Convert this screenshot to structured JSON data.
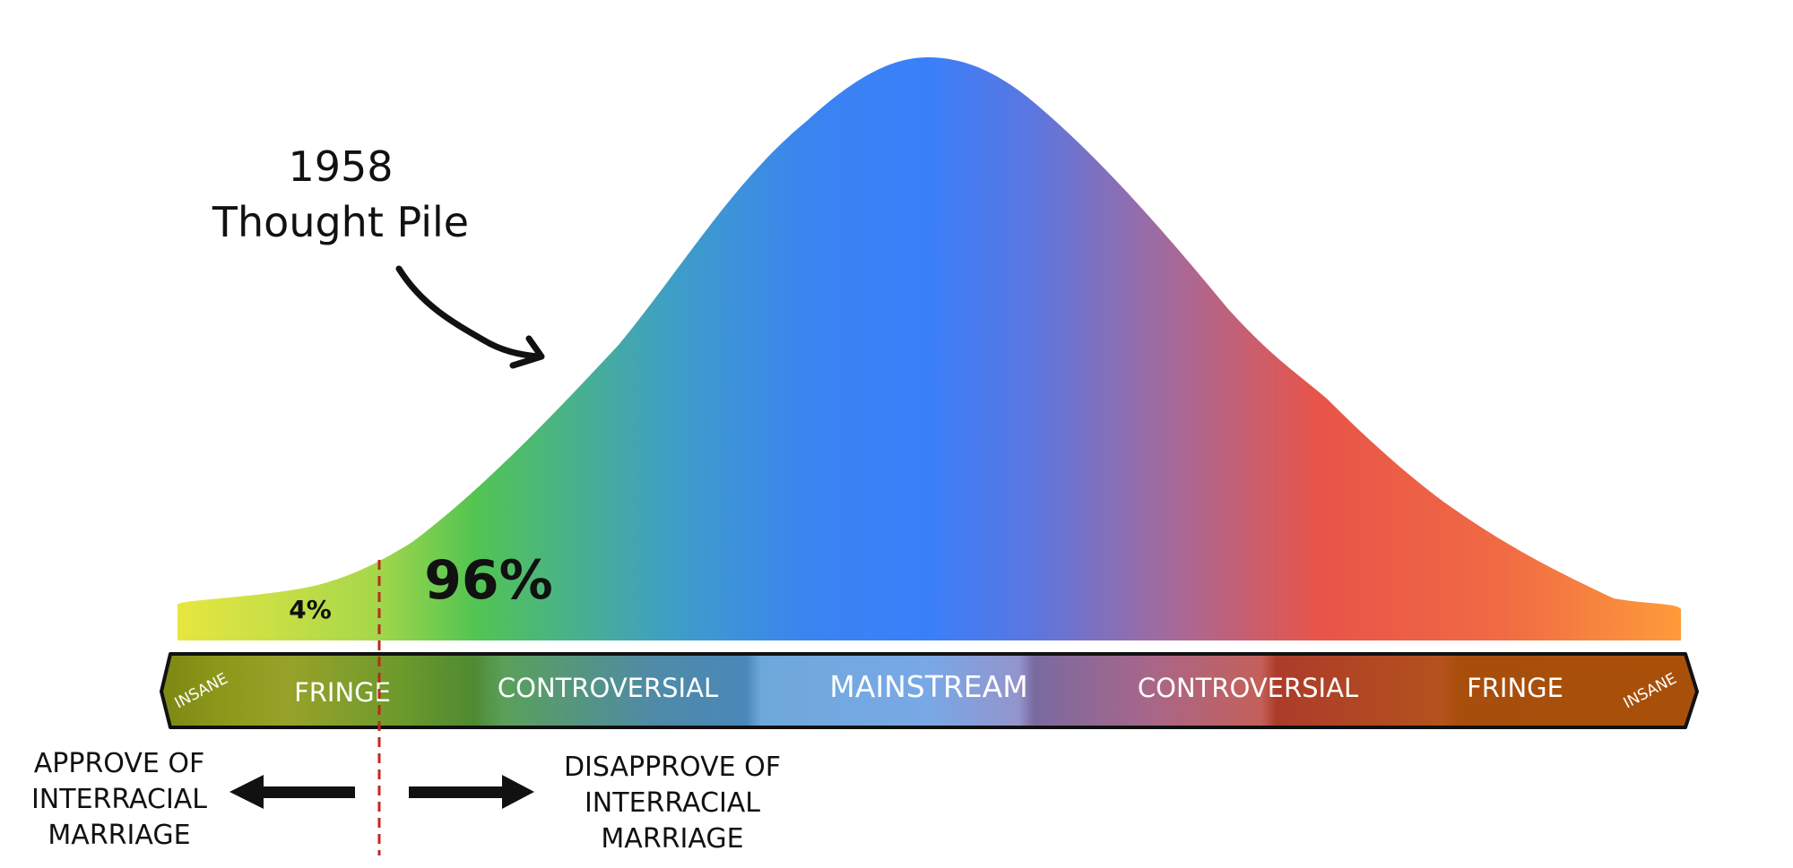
{
  "annotation": {
    "year": "1958",
    "caption": "Thought Pile"
  },
  "percentages": {
    "left": "4%",
    "right": "96%"
  },
  "bar": {
    "segments": [
      {
        "label": "INSANE"
      },
      {
        "label": "FRINGE"
      },
      {
        "label": "CONTROVERSIAL"
      },
      {
        "label": "MAINSTREAM"
      },
      {
        "label": "CONTROVERSIAL"
      },
      {
        "label": "FRINGE"
      },
      {
        "label": "INSANE"
      }
    ]
  },
  "left_caption": {
    "lines": [
      "APPROVE OF",
      "INTERRACIAL",
      "MARRIAGE"
    ]
  },
  "right_caption": {
    "lines": [
      "DISAPPROVE OF",
      "INTERRACIAL",
      "MARRIAGE"
    ]
  },
  "colors": {
    "curve_left": "#e8e640",
    "curve_green": "#52c452",
    "curve_blue": "#3a7ffa",
    "curve_red": "#e85448",
    "curve_right": "#fe9b3a",
    "divider": "#c0281e"
  }
}
